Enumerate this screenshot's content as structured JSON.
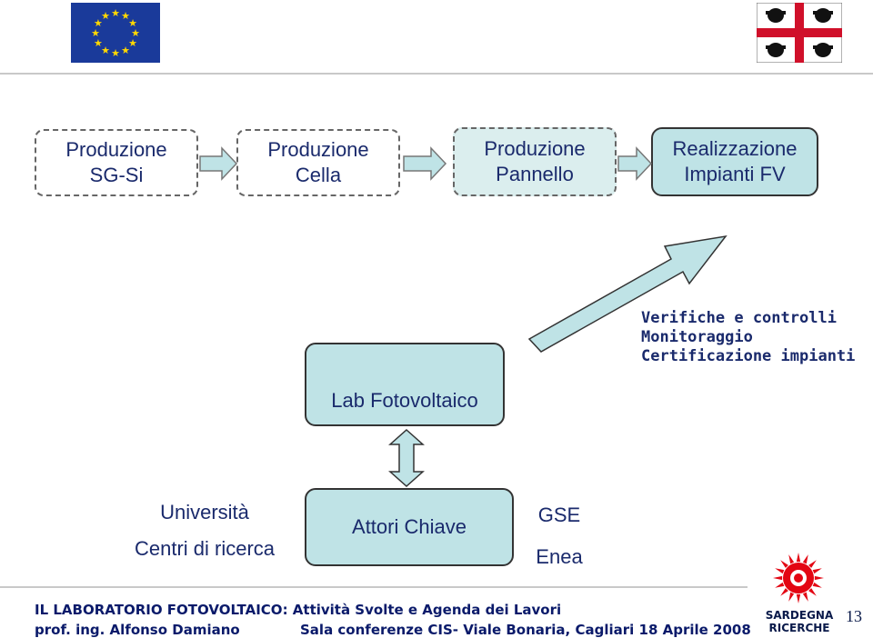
{
  "flow": {
    "box1": [
      "Produzione",
      "SG-Si"
    ],
    "box2": [
      "Produzione",
      "Cella"
    ],
    "box3": [
      "Produzione",
      "Pannello"
    ],
    "box4": [
      "Realizzazione",
      "Impianti FV"
    ]
  },
  "lab": {
    "label": "Lab Fotovoltaico"
  },
  "activities": [
    "Verifiche e controlli",
    "Monitoraggio",
    "Certificazione impianti"
  ],
  "actors": {
    "center": "Attori Chiave",
    "left": [
      "Università",
      "Centri di ricerca"
    ],
    "right": [
      "GSE",
      "Enea"
    ]
  },
  "footer": {
    "line1": "IL LABORATORIO FOTOVOLTAICO: Attività Svolte e Agenda dei Lavori",
    "author": "prof. ing. Alfonso Damiano",
    "venue": "Sala conferenze CIS- Viale Bonaria, Cagliari 18 Aprile 2008",
    "page": "13",
    "logo_line1": "SARDEGNA",
    "logo_line2": "RICERCHE"
  },
  "colors": {
    "text": "#1a2a6c",
    "box_fill_light": "#dbeeee",
    "box_fill": "#bfe3e6",
    "eu_blue": "#1a3a9a",
    "eu_star": "#ffd800",
    "flag_red": "#d0102a",
    "logo_red": "#e30613"
  }
}
